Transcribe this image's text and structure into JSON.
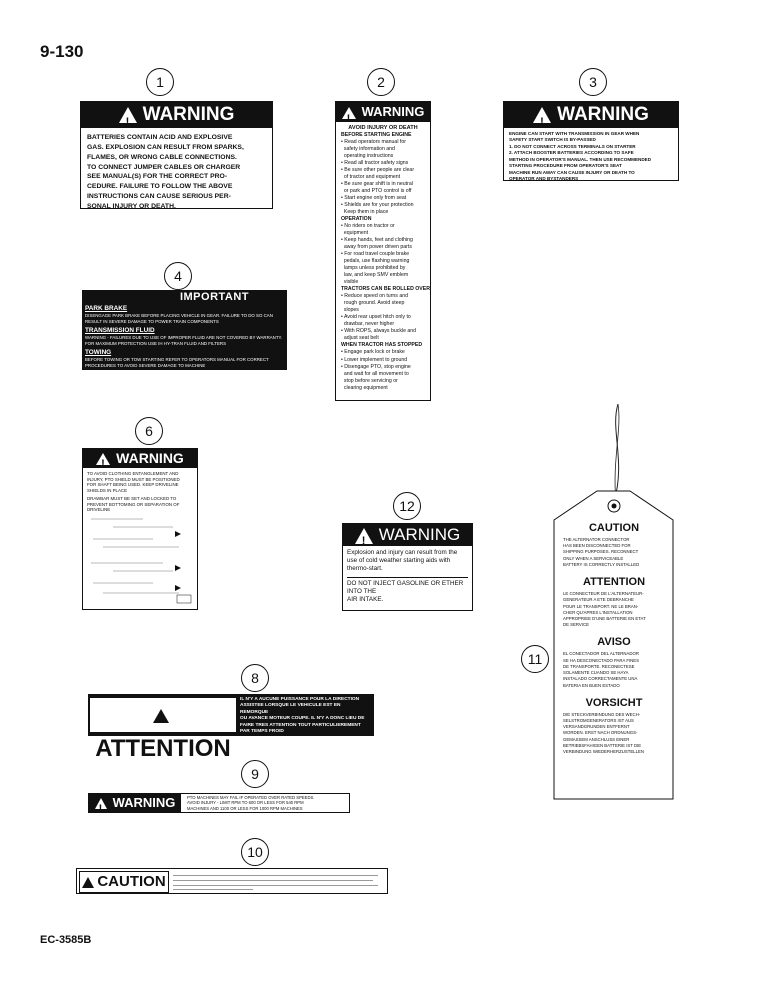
{
  "page_number": "9-130",
  "figure_code": "EC-3585B",
  "callouts": [
    "1",
    "2",
    "3",
    "4",
    "6",
    "12",
    "11",
    "8",
    "9",
    "10"
  ],
  "label1": {
    "header": "WARNING",
    "lines": [
      "BATTERIES CONTAIN ACID AND EXPLOSIVE",
      "GAS. EXPLOSION CAN RESULT FROM SPARKS,",
      "FLAMES, OR WRONG CABLE CONNECTIONS.",
      "TO CONNECT JUMPER CABLES OR CHARGER",
      "SEE MANUAL(S) FOR THE CORRECT PRO-",
      "CEDURE. FAILURE TO FOLLOW THE ABOVE",
      "INSTRUCTIONS CAN CAUSE SERIOUS PER-",
      "SONAL INJURY OR DEATH."
    ]
  },
  "label2": {
    "header": "WARNING",
    "title": "AVOID INJURY OR DEATH",
    "lines": [
      "BEFORE STARTING ENGINE",
      "• Read operators manual for",
      "  safety information and",
      "  operating instructions",
      "• Read all tractor safety signs",
      "• Be sure other people are clear",
      "  of tractor and equipment",
      "• Be sure gear shift is in neutral",
      "  or park and PTO control is off",
      "• Start engine only from seat",
      "• Shields are for your protection",
      "  Keep them in place",
      "OPERATION",
      "• No riders on tractor or",
      "  equipment",
      "• Keep hands, feet and clothing",
      "  away from power driven parts",
      "• For road travel couple brake",
      "  pedals, use flashing warning",
      "  lamps unless prohibited by",
      "  law, and keep SMV emblem",
      "  visible",
      "TRACTORS CAN BE ROLLED OVER",
      "• Reduce speed on turns and",
      "  rough ground. Avoid steep",
      "  slopes",
      "• Avoid rear upset hitch only to",
      "  drawbar, never higher",
      "• With ROPS, always buckle and",
      "  adjust seat belt",
      "WHEN TRACTOR HAS STOPPED",
      "• Engage park lock or brake",
      "• Lower implement to ground",
      "• Disengage PTO, stop engine",
      "  and wait for all movement to",
      "  stop before servicing or",
      "  clearing equipment"
    ]
  },
  "label3": {
    "header": "WARNING",
    "lines": [
      "ENGINE CAN START WITH TRANSMISSION IN GEAR WHEN",
      "SAFETY START SWITCH IS BY-PASSED",
      "1. DO NOT CONNECT ACROSS TERMINALS ON STARTER",
      "2. ATTACH BOOSTER BATTERIES ACCORDING TO SAFE",
      "METHOD IN OPERATOR'S MANUAL. THEN USE RECOMMENDED",
      "STARTING PROCEDURE FROM OPERATOR'S SEAT",
      "MACHINE RUN AWAY CAN CAUSE INJURY OR DEATH TO",
      "OPERATOR AND BYSTANDERS"
    ]
  },
  "label4": {
    "header": "IMPORTANT",
    "sections": [
      {
        "title": "PARK BRAKE",
        "text": "DISENGAGE PARK BRAKE BEFORE PLACING VEHICLE IN GEAR. FAILURE TO DO SO CAN RESULT IN SEVERE DAMAGE TO POWER TRAIN COMPONENTS"
      },
      {
        "title": "TRANSMISSION FLUID",
        "text": "WARNING - FAILURES DUE TO USE OF IMPROPER FLUID ARE NOT COVERED BY WARRANTY. FOR MAXIMUM PROTECTION USE IH HY-TRAN FLUID AND FILTERS"
      },
      {
        "title": "TOWING",
        "text": "BEFORE TOWING OR TOW STARTING REFER TO OPERATORS MANUAL FOR CORRECT PROCEDURES TO AVOID SEVERE DAMAGE TO MACHINE"
      }
    ]
  },
  "label6": {
    "header": "WARNING",
    "lines": [
      "TO AVOID CLOTHING ENTANGLEMENT AND",
      "INJURY, PTO SHIELD MUST BE POSITIONED",
      "FOR SHAFT BEING USED. KEEP DRIVELINE",
      "SHIELDS IN PLACE",
      "DRAWBAR MUST BE SET AND LOCKED TO",
      "PREVENT BOTTOMING OR SEPARATION OF",
      "DRIVELINE"
    ]
  },
  "label12": {
    "header": "WARNING",
    "lines": [
      "Explosion and injury can result from the",
      "use of cold weather starting aids with",
      "thermo-start.",
      "DO NOT INJECT GASOLINE OR ETHER INTO THE",
      "AIR INTAKE."
    ]
  },
  "label8": {
    "header": "ATTENTION",
    "lines": [
      "IL N'Y A AUCUNE PUISSANCE POUR LA DIRECTION",
      "ASSISTEE LORSQUE LE VEHICULE EST EN REMORQUE",
      "OU AVANCE MOTEUR COUPE. IL N'Y A DONC LIEU DE",
      "FAIRE TRES ATTENTION TOUT PARTICULIEREMENT",
      "PAR TEMPS FROID"
    ]
  },
  "label9": {
    "header": "WARNING",
    "lines": [
      "PTO MACHINES MAY FAIL IF OPERATED OVER RATED SPEEDS.",
      "AVOID INJURY - LIMIT RPM TO 600 OR LESS FOR 540 RPM",
      "MACHINES AND 1100 OR LESS FOR 1000 RPM MACHINES"
    ]
  },
  "label10": {
    "header": "CAUTION"
  },
  "tag11": {
    "sections": [
      {
        "title": "CAUTION",
        "lines": [
          "THE ALTERNATOR CONNECTOR",
          "HAS BEEN DISCONNECTED FOR",
          "SHIPPING PURPOSES. RECONNECT",
          "ONLY WHEN A SERVICEABLE",
          "BATTERY IS CORRECTLY INSTALLED"
        ]
      },
      {
        "title": "ATTENTION",
        "lines": [
          "LE CONNECTEUR DE L'ALTERNATEUR-",
          "GENERATEUR A ETE DEBRANCHE",
          "POUR LE TRANSPORT. NE LE BRAN-",
          "CHER QU'APRES L'INSTALLATION",
          "APPROPRIEE D'UNE BATTERIE EN ETAT",
          "DE SERVICE"
        ]
      },
      {
        "title": "AVISO",
        "lines": [
          "EL CONECTADOR DEL ALTERNADOR",
          "SE HA DESCONECTADO PARA FINES",
          "DE TRANSPORTE. RECONECTESE",
          "SOLAMENTE CUANDO SE HAYA",
          "INSTALADO CORRECTAMENTE UNA",
          "BATERIA EN BUEN ESTADO"
        ]
      },
      {
        "title": "VORSICHT",
        "lines": [
          "DIE STECKVERBINDUNG DES WECH-",
          "SELSTROMGENERATORS IST AUS",
          "VERSANDGRUNDEN ENTFERNT",
          "WORDEN. ERST NACH ORDNUNGS-",
          "GEMASSEM ANSCHLUSS EINER",
          "BETRIEBSFAHIGEN BATTERIE IST DIE",
          "VERBINDUNG WIEDERHERZUSTELLEN"
        ]
      }
    ]
  }
}
